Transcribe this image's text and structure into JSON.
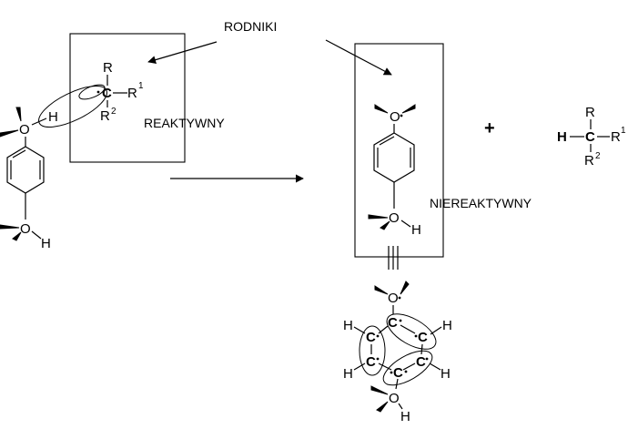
{
  "labels": {
    "radicals": "RODNIKI",
    "reactive": "REAKTYWNY",
    "unreactive": "NIEREAKTYWNY",
    "plus": "+"
  },
  "atoms": {
    "oxygen": "O",
    "hydrogen": "H",
    "carbon": "C",
    "r": "R",
    "r1_sup": "1",
    "r2_sup": "2"
  }
}
